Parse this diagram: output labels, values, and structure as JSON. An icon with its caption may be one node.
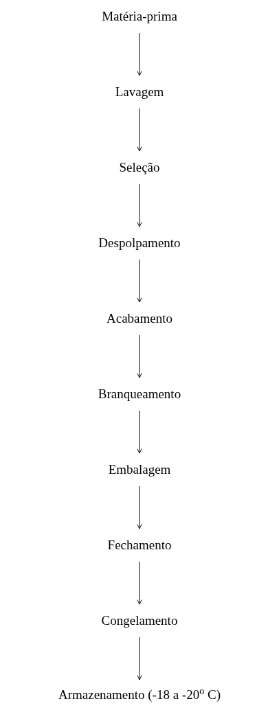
{
  "diagram": {
    "nodes": [
      {
        "text": [
          "Matéria-prima"
        ]
      },
      {
        "text": [
          "Lavagem"
        ]
      },
      {
        "text": [
          "Seleção"
        ]
      },
      {
        "text": [
          "Despolpamento"
        ]
      },
      {
        "text": [
          "Acabamento"
        ]
      },
      {
        "text": [
          "Branqueamento"
        ]
      },
      {
        "text": [
          "Embalagem"
        ]
      },
      {
        "text": [
          "Fechamento"
        ]
      },
      {
        "text": [
          "Congelamento"
        ]
      },
      {
        "text": [
          "Armazenamento (-18 a -20$^{o}$ C)"
        ]
      }
    ],
    "edges": [
      {
        "from": 0,
        "to": 1,
        "arrow": "to"
      },
      {
        "from": 1,
        "to": 2,
        "arrow": "to"
      },
      {
        "from": 2,
        "to": 3,
        "arrow": "to"
      },
      {
        "from": 3,
        "to": 4,
        "arrow": "to"
      },
      {
        "from": 4,
        "to": 5,
        "arrow": "to"
      },
      {
        "from": 5,
        "to": 6,
        "arrow": "to"
      },
      {
        "from": 6,
        "to": 7,
        "arrow": "to"
      },
      {
        "from": 7,
        "to": 8,
        "arrow": "to"
      },
      {
        "from": 8,
        "to": 9,
        "arrow": "to"
      }
    ]
  }
}
